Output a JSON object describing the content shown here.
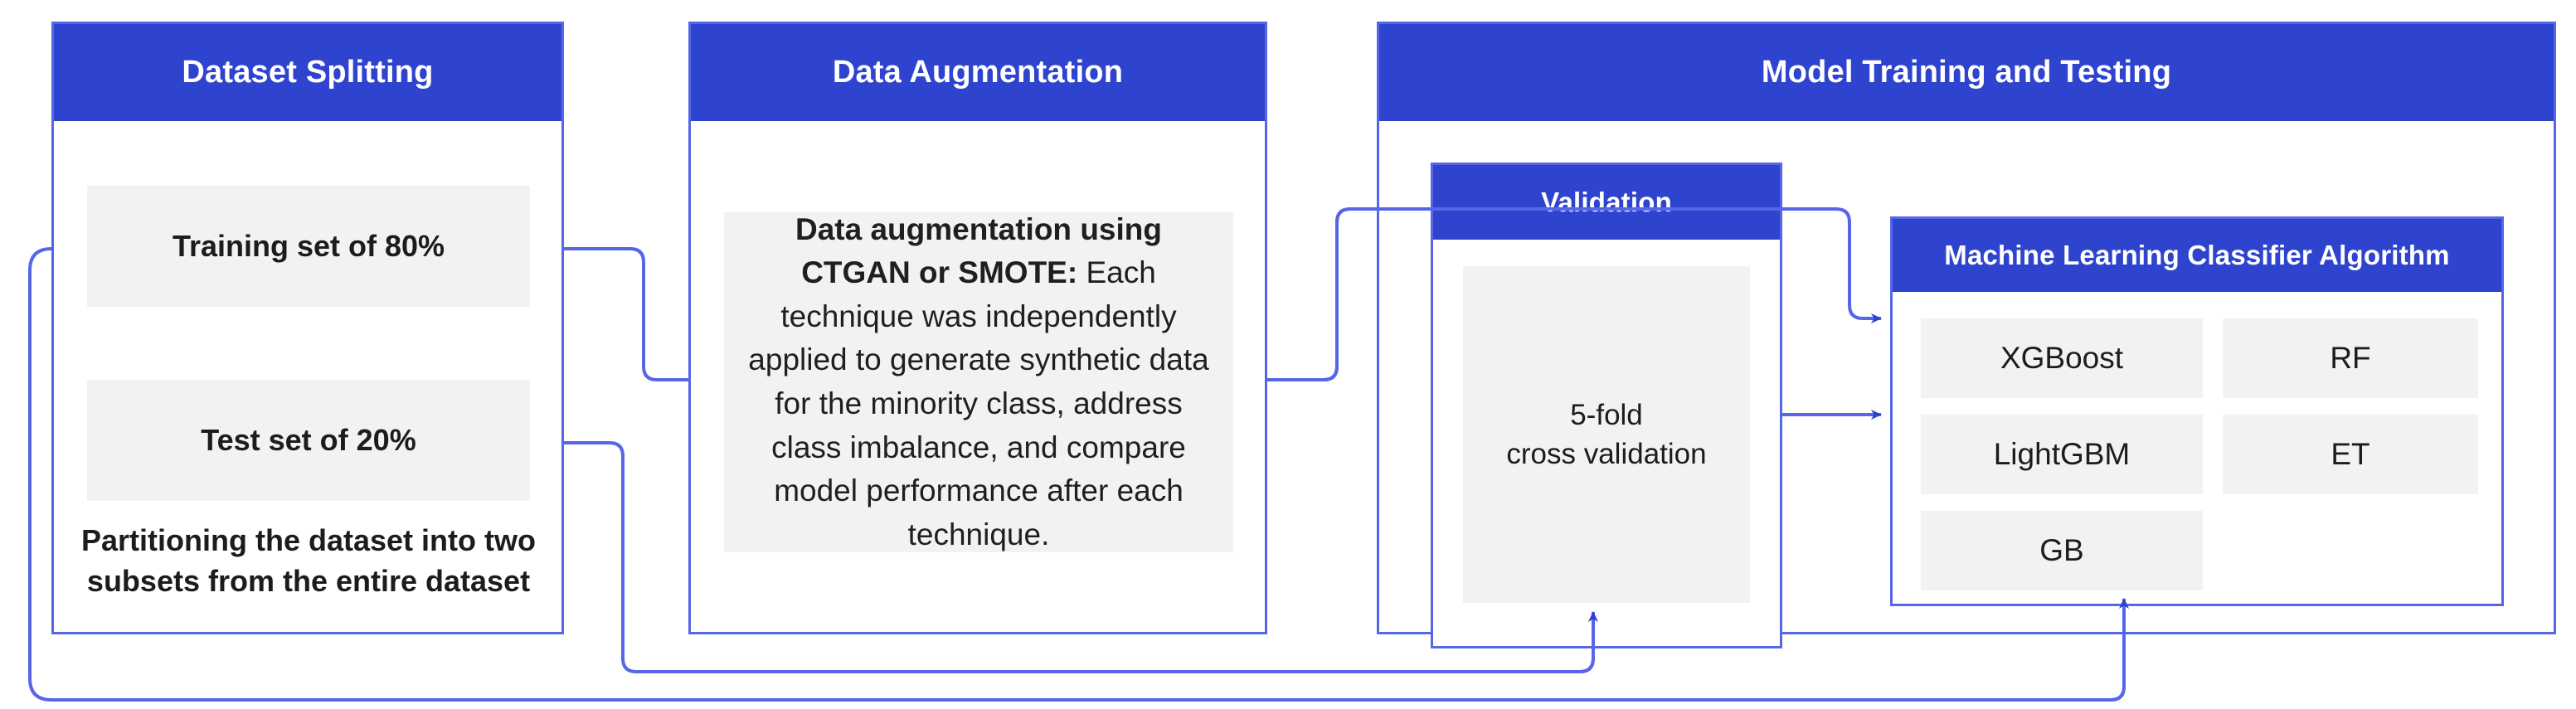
{
  "diagram": {
    "title_hidden": "",
    "accent_blue": "#2F44CE",
    "border_blue": "#5566E8",
    "box_gray": "#F2F2F2"
  },
  "panels": [
    {
      "id": "dataset-splitting",
      "header": "Dataset Splitting",
      "boxes": [
        {
          "label": "Training set of 80%"
        },
        {
          "label": "Test set of 20%"
        }
      ],
      "caption": "Partitioning the dataset into two subsets from the entire dataset"
    },
    {
      "id": "data-augmentation",
      "header": "Data Augmentation",
      "body_bold_lead": "Data augmentation using CTGAN or SMOTE:",
      "body_rest": " Each technique was independently applied to generate synthetic data for the minority class, address class imbalance, and compare model performance after each technique.",
      "body_full": "Data augmentation using CTGAN or SMOTE: Each technique was independently applied to generate synthetic data for the minority class, address class imbalance, and compare model performance after each technique."
    },
    {
      "id": "model-training-and-testing",
      "header": "Model Training and Testing",
      "subpanels": [
        {
          "id": "validation",
          "header": "Validation",
          "box_line1": "5-fold",
          "box_line2": "cross validation",
          "box_text": "5-fold cross validation"
        },
        {
          "id": "ml-classifier",
          "header": "Machine Learning Classifier Algorithm",
          "algorithms": [
            "XGBoost",
            "RF",
            "LightGBM",
            "ET",
            "GB"
          ]
        }
      ]
    }
  ],
  "connectors": [
    {
      "id": "train-to-augmentation",
      "from": "Training set of 80%",
      "to": "Data Augmentation",
      "arrow": true
    },
    {
      "id": "augmentation-to-xgboost",
      "from": "Data Augmentation",
      "to": "XGBoost",
      "arrow": true
    },
    {
      "id": "validation-to-lightgbm",
      "from": "Validation",
      "to": "LightGBM",
      "arrow": true
    },
    {
      "id": "test-to-validation",
      "from": "Test set of 20%",
      "to": "Validation",
      "arrow": true
    },
    {
      "id": "test-to-ml-classifier",
      "from": "Test set of 20%",
      "to": "Machine Learning Classifier Algorithm",
      "arrow": true
    }
  ]
}
